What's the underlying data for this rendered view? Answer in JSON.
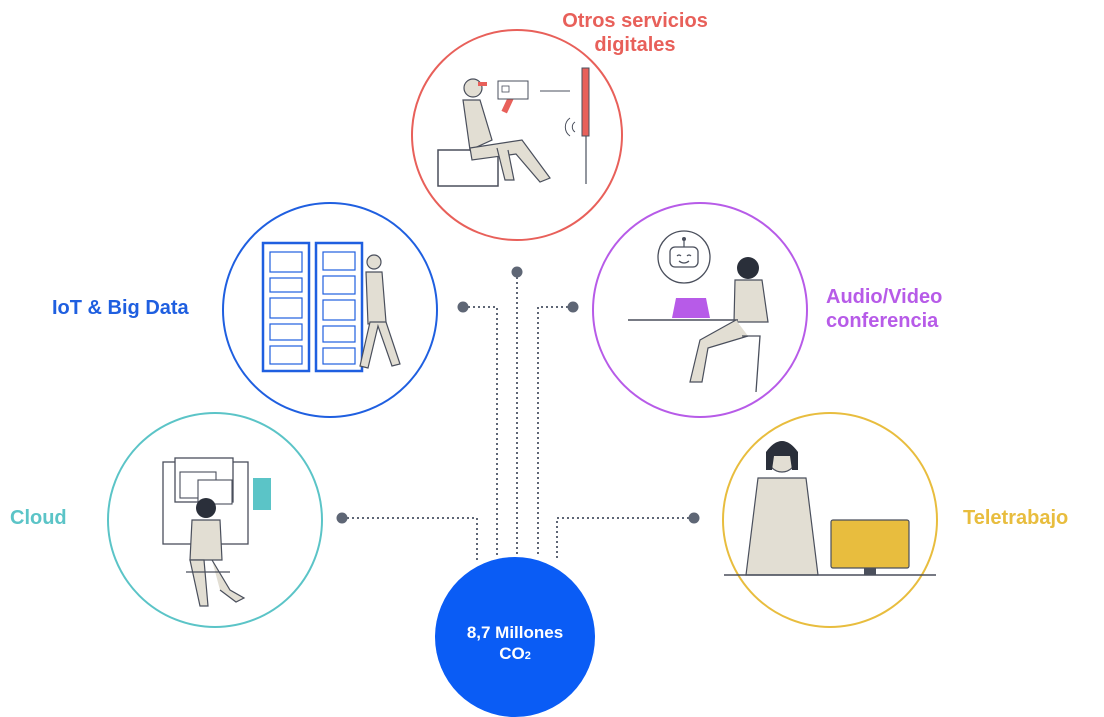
{
  "center": {
    "value": "8,7 Millones",
    "unit_main": "CO",
    "unit_sub": "2"
  },
  "categories": {
    "otros": {
      "label_line1": "Otros servicios",
      "label_line2": "digitales",
      "color": "#E8605A"
    },
    "iot": {
      "label": "IoT & Big Data",
      "color": "#1F5FE0"
    },
    "audio": {
      "label_line1": "Audio/Video",
      "label_line2": "conferencia",
      "color": "#B75BE8"
    },
    "cloud": {
      "label": "Cloud",
      "color": "#5BC4C7"
    },
    "teletrabajo": {
      "label": "Teletrabajo",
      "color": "#E8BD3E"
    }
  },
  "colors": {
    "center": "#0A5CF5",
    "connector": "#5E6675",
    "figure": "#E2DED3",
    "screen": "#E8BD3E"
  }
}
